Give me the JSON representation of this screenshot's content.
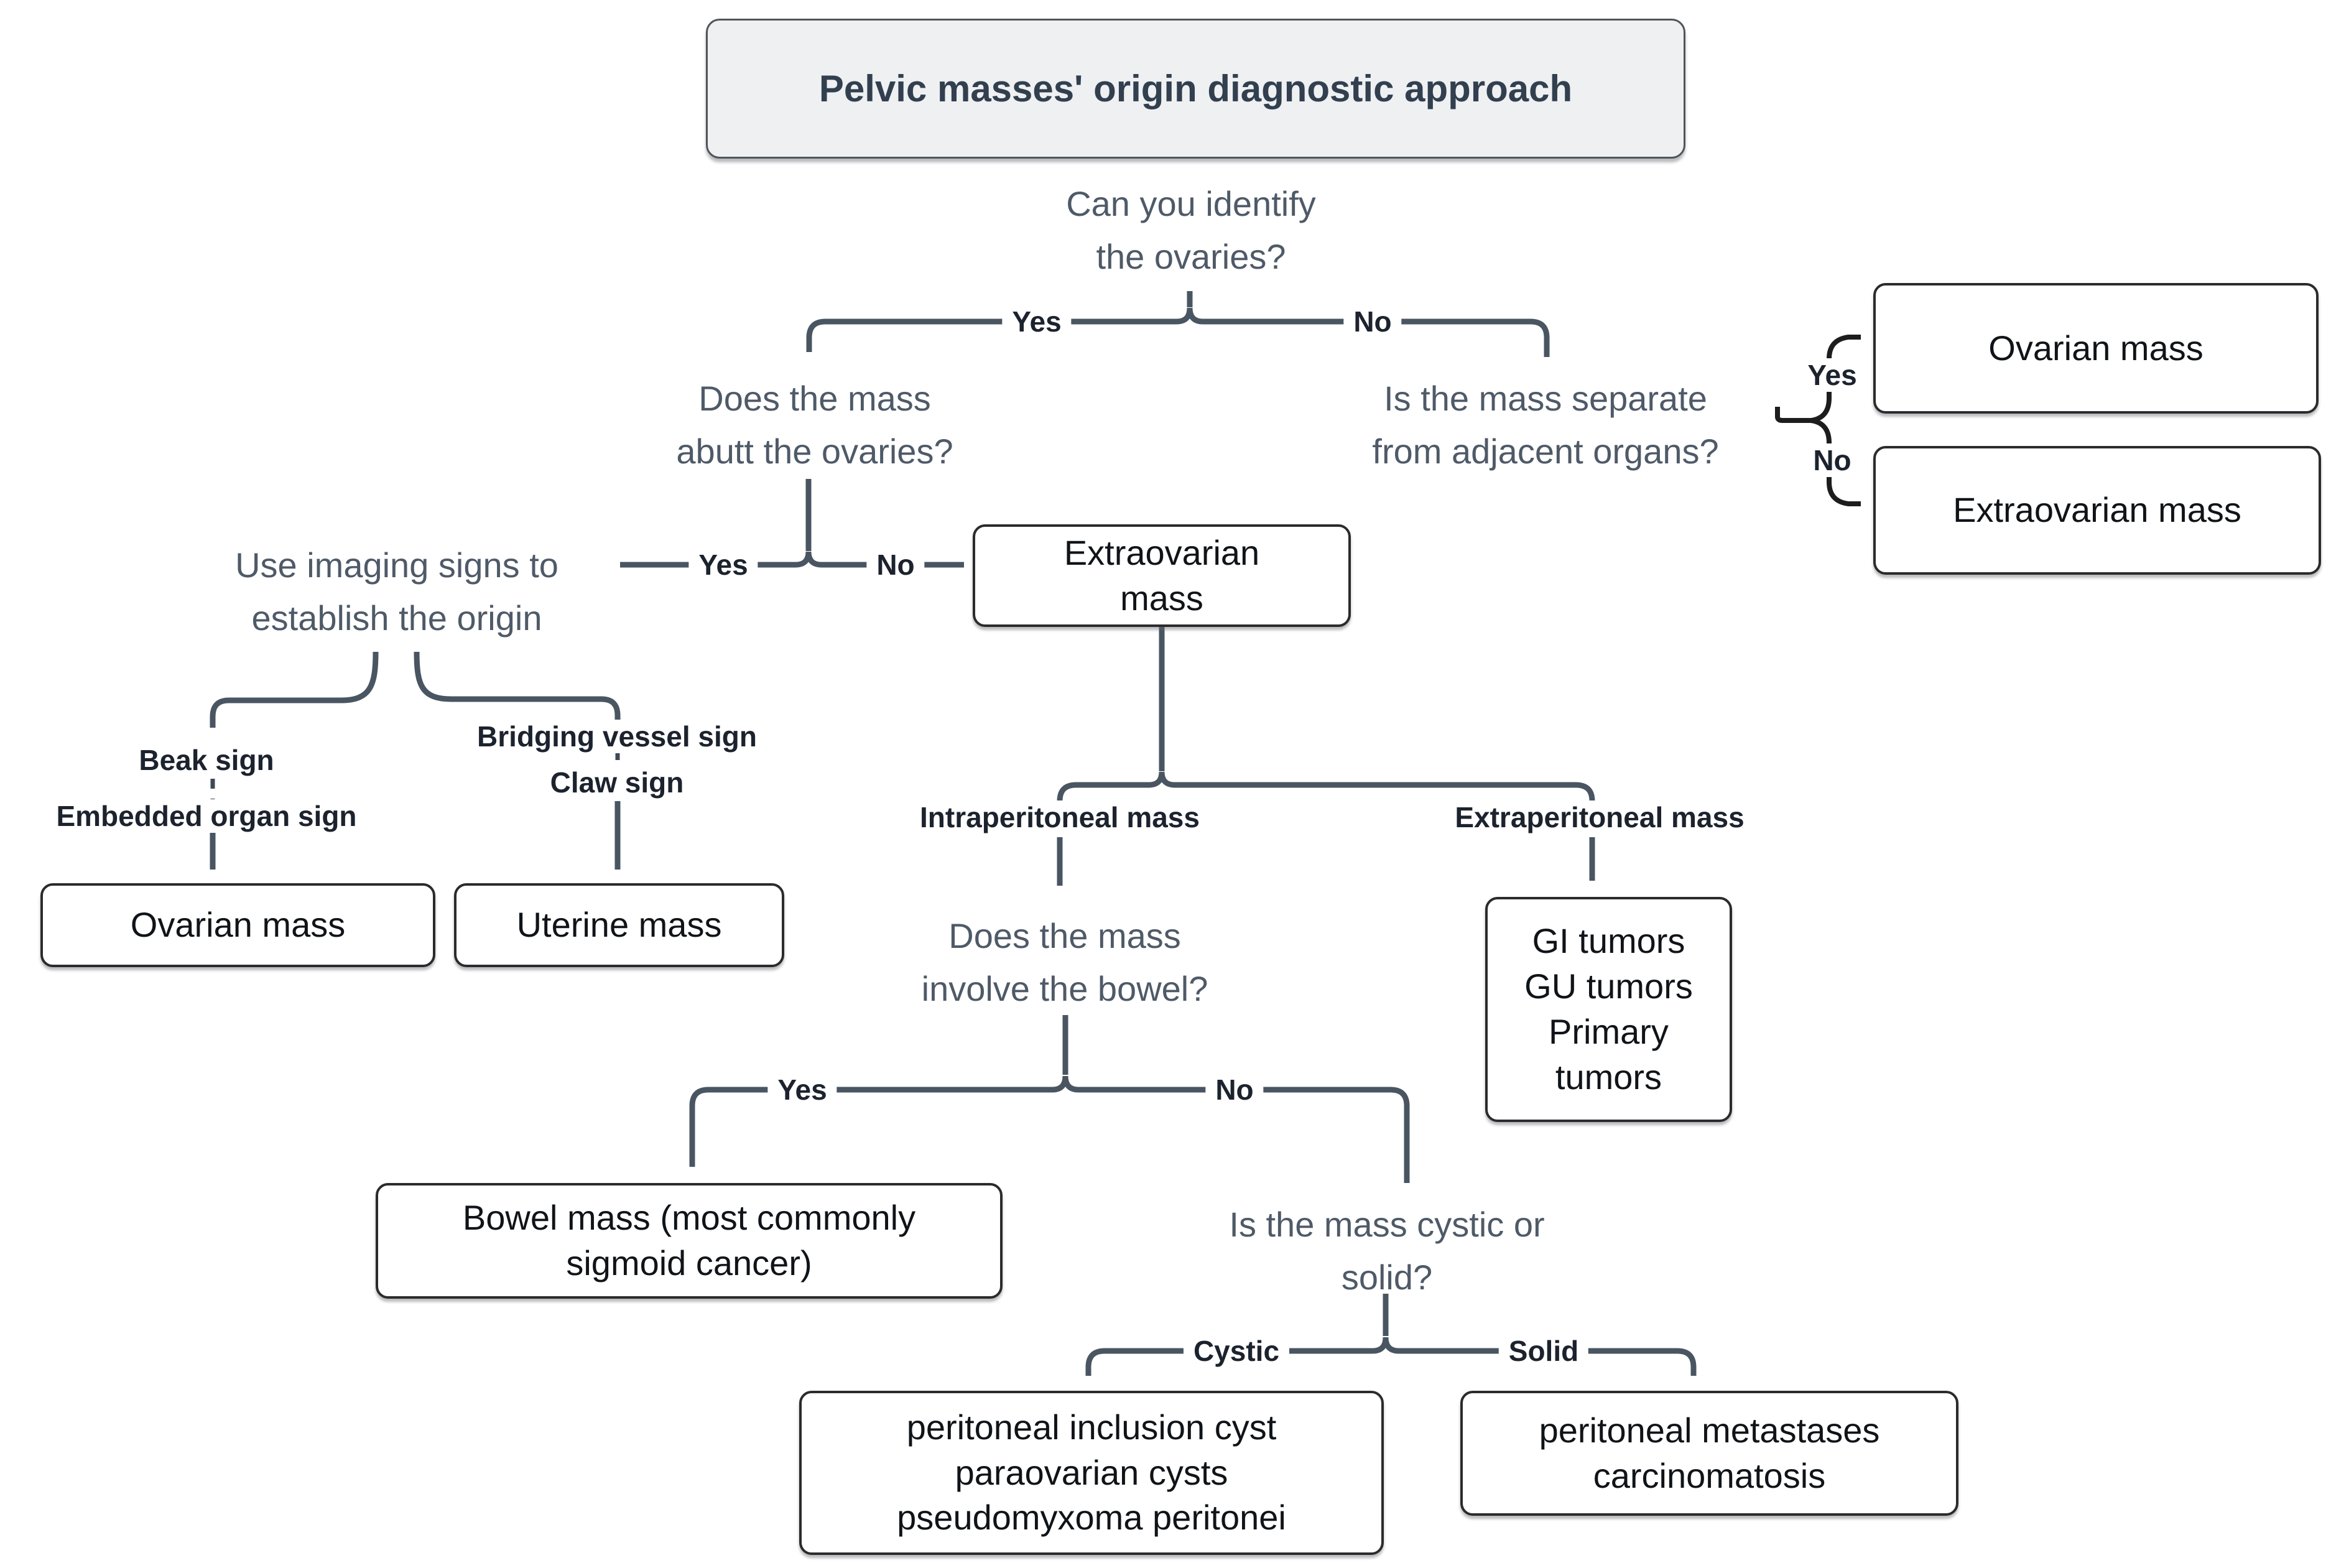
{
  "title": "Pelvic masses' origin diagnostic approach",
  "questions": {
    "identify_ovaries": {
      "text": "Can you identify\nthe ovaries?"
    },
    "abutt_ovaries": {
      "text": "Does the mass\nabutt the ovaries?"
    },
    "separate_from_organs": {
      "text": "Is the mass separate\nfrom adjacent organs?"
    },
    "use_imaging": {
      "text": "Use imaging signs to\nestablish the origin"
    },
    "involve_bowel": {
      "text": "Does the mass\ninvolve the bowel?"
    },
    "cystic_or_solid": {
      "text": "Is the mass cystic or\nsolid?"
    }
  },
  "labels": {
    "identify_yes": "Yes",
    "identify_no": "No",
    "abutt_yes": "Yes",
    "abutt_no": "No",
    "separate_yes": "Yes",
    "separate_no": "No",
    "bowel_yes": "Yes",
    "bowel_no": "No",
    "cystic": "Cystic",
    "solid": "Solid",
    "intraperitoneal": "Intraperitoneal mass",
    "extraperitoneal": "Extraperitoneal mass",
    "beak_sign": "Beak sign",
    "embedded_organ_sign": "Embedded organ sign",
    "bridging_vessel_sign": "Bridging vessel sign",
    "claw_sign": "Claw sign"
  },
  "boxes": {
    "ovarian_right": "Ovarian mass",
    "extraovarian_right": "Extraovarian mass",
    "extraovarian_center": "Extraovarian\nmass",
    "ovarian_left": "Ovarian mass",
    "uterine": "Uterine mass",
    "gi": "GI tumors\nGU tumors\nPrimary\ntumors",
    "bowel": "Bowel mass (most commonly\nsigmoid cancer)",
    "cystic_results": "peritoneal inclusion cyst\nparaovarian cysts\npseudomyxoma peritonei",
    "solid_results": "peritoneal metastases\ncarcinomatosis"
  },
  "colors": {
    "line": "#4a5562",
    "arrowhead": "#3b4553",
    "bracket_line": "#1d1d1d",
    "question_text": "#4f5a68",
    "label_text": "#1c232e",
    "box_text": "#101418",
    "box_border": "#2b2b2b",
    "title_bg": "#eef0f2",
    "title_text": "#323f4f",
    "background": "#ffffff"
  }
}
